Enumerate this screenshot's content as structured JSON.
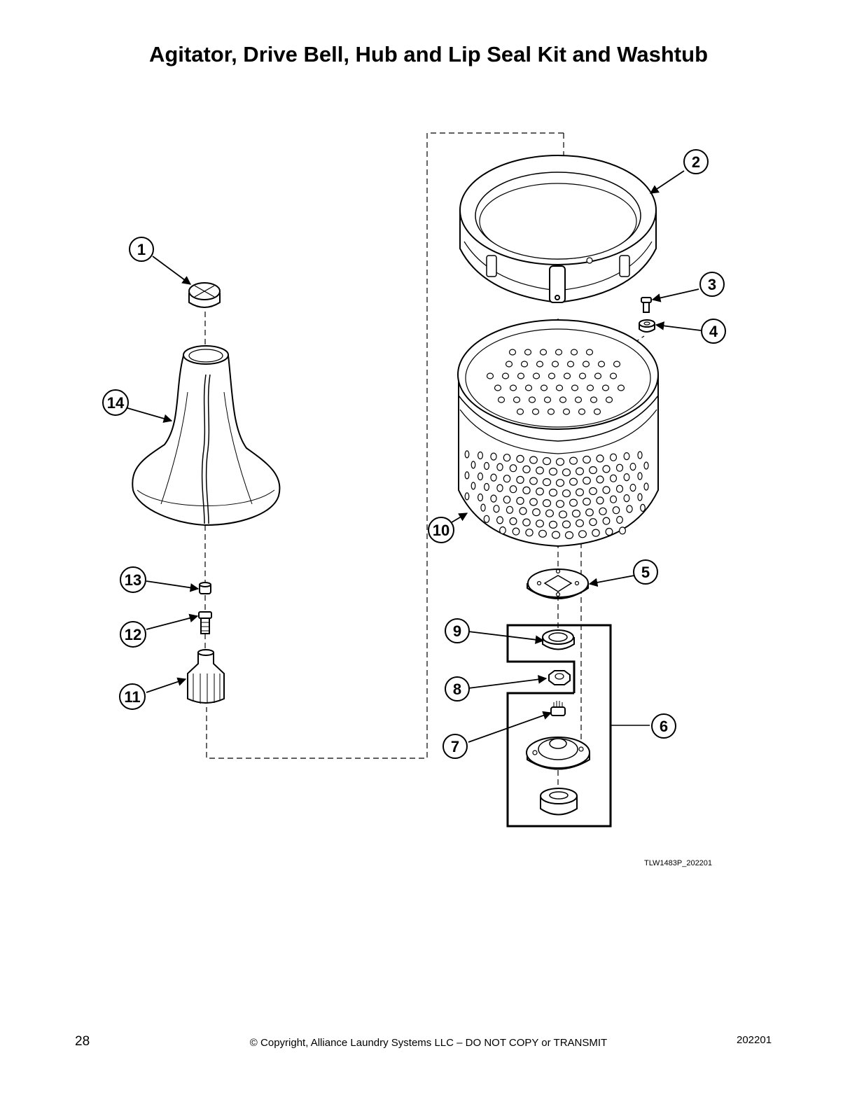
{
  "page": {
    "title": "Agitator, Drive Bell, Hub and Lip Seal Kit and Washtub",
    "drawing_ref": "TLW1483P_202201",
    "page_number": "28",
    "copyright": "© Copyright, Alliance Laundry Systems LLC – DO NOT COPY or TRANSMIT",
    "doc_code": "202201"
  },
  "callouts": [
    "1",
    "2",
    "3",
    "4",
    "5",
    "6",
    "7",
    "8",
    "9",
    "10",
    "11",
    "12",
    "13",
    "14"
  ],
  "parts": [
    {
      "id": "agitator-cap"
    },
    {
      "id": "tub-ring"
    },
    {
      "id": "screw"
    },
    {
      "id": "washer"
    },
    {
      "id": "drive-bell-gasket"
    },
    {
      "id": "hub-and-seal-kit"
    },
    {
      "id": "spline-bearing"
    },
    {
      "id": "hub-nut"
    },
    {
      "id": "lip-seal"
    },
    {
      "id": "washtub-basket"
    },
    {
      "id": "agitator-drive"
    },
    {
      "id": "agitator-bolt"
    },
    {
      "id": "agitator-spacer"
    },
    {
      "id": "agitator"
    }
  ],
  "colors": {
    "ink": "#000000",
    "paper": "#ffffff"
  }
}
